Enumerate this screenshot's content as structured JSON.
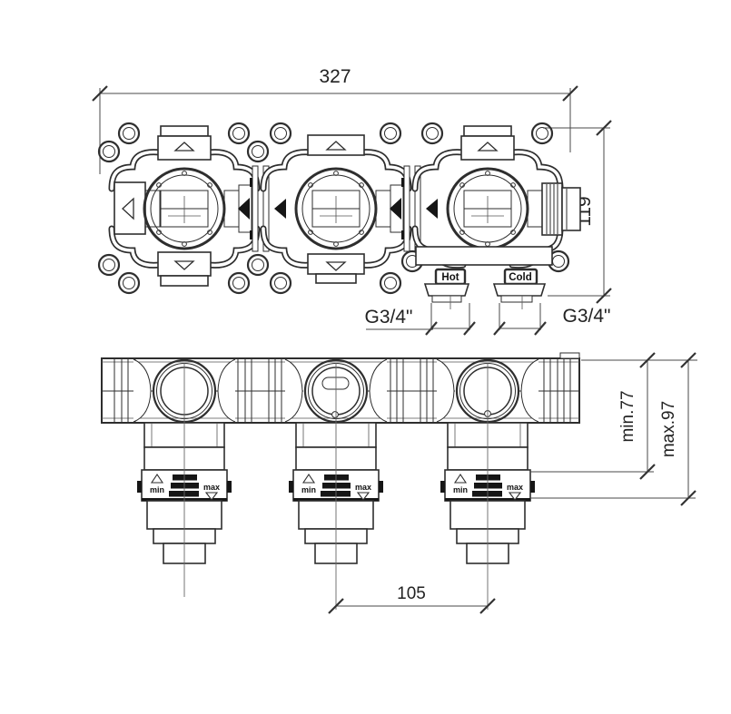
{
  "drawing": {
    "type": "technical-drawing",
    "subject": "3-outlet concealed thermostatic valve rough-in body, two orthographic views",
    "background_color": "#ffffff",
    "line_color": "#2e2e2e",
    "dimension_color": "#4a4a4a"
  },
  "dimensions": {
    "overall_width": "327",
    "overall_height": "119",
    "thread_left": "G3/4\"",
    "thread_right": "G3/4\"",
    "min_depth": "min.77",
    "max_depth": "max.97",
    "port_spacing": "105"
  },
  "labels": {
    "hot": "Hot",
    "cold": "Cold",
    "band_min": "min",
    "band_max": "max"
  },
  "icons": {
    "flow_up": "up-arrow",
    "flow_down": "down-arrow",
    "flow_left": "left-arrow",
    "band_min_marker": "min-up-arrow",
    "band_max_marker": "max-down-arrow"
  }
}
